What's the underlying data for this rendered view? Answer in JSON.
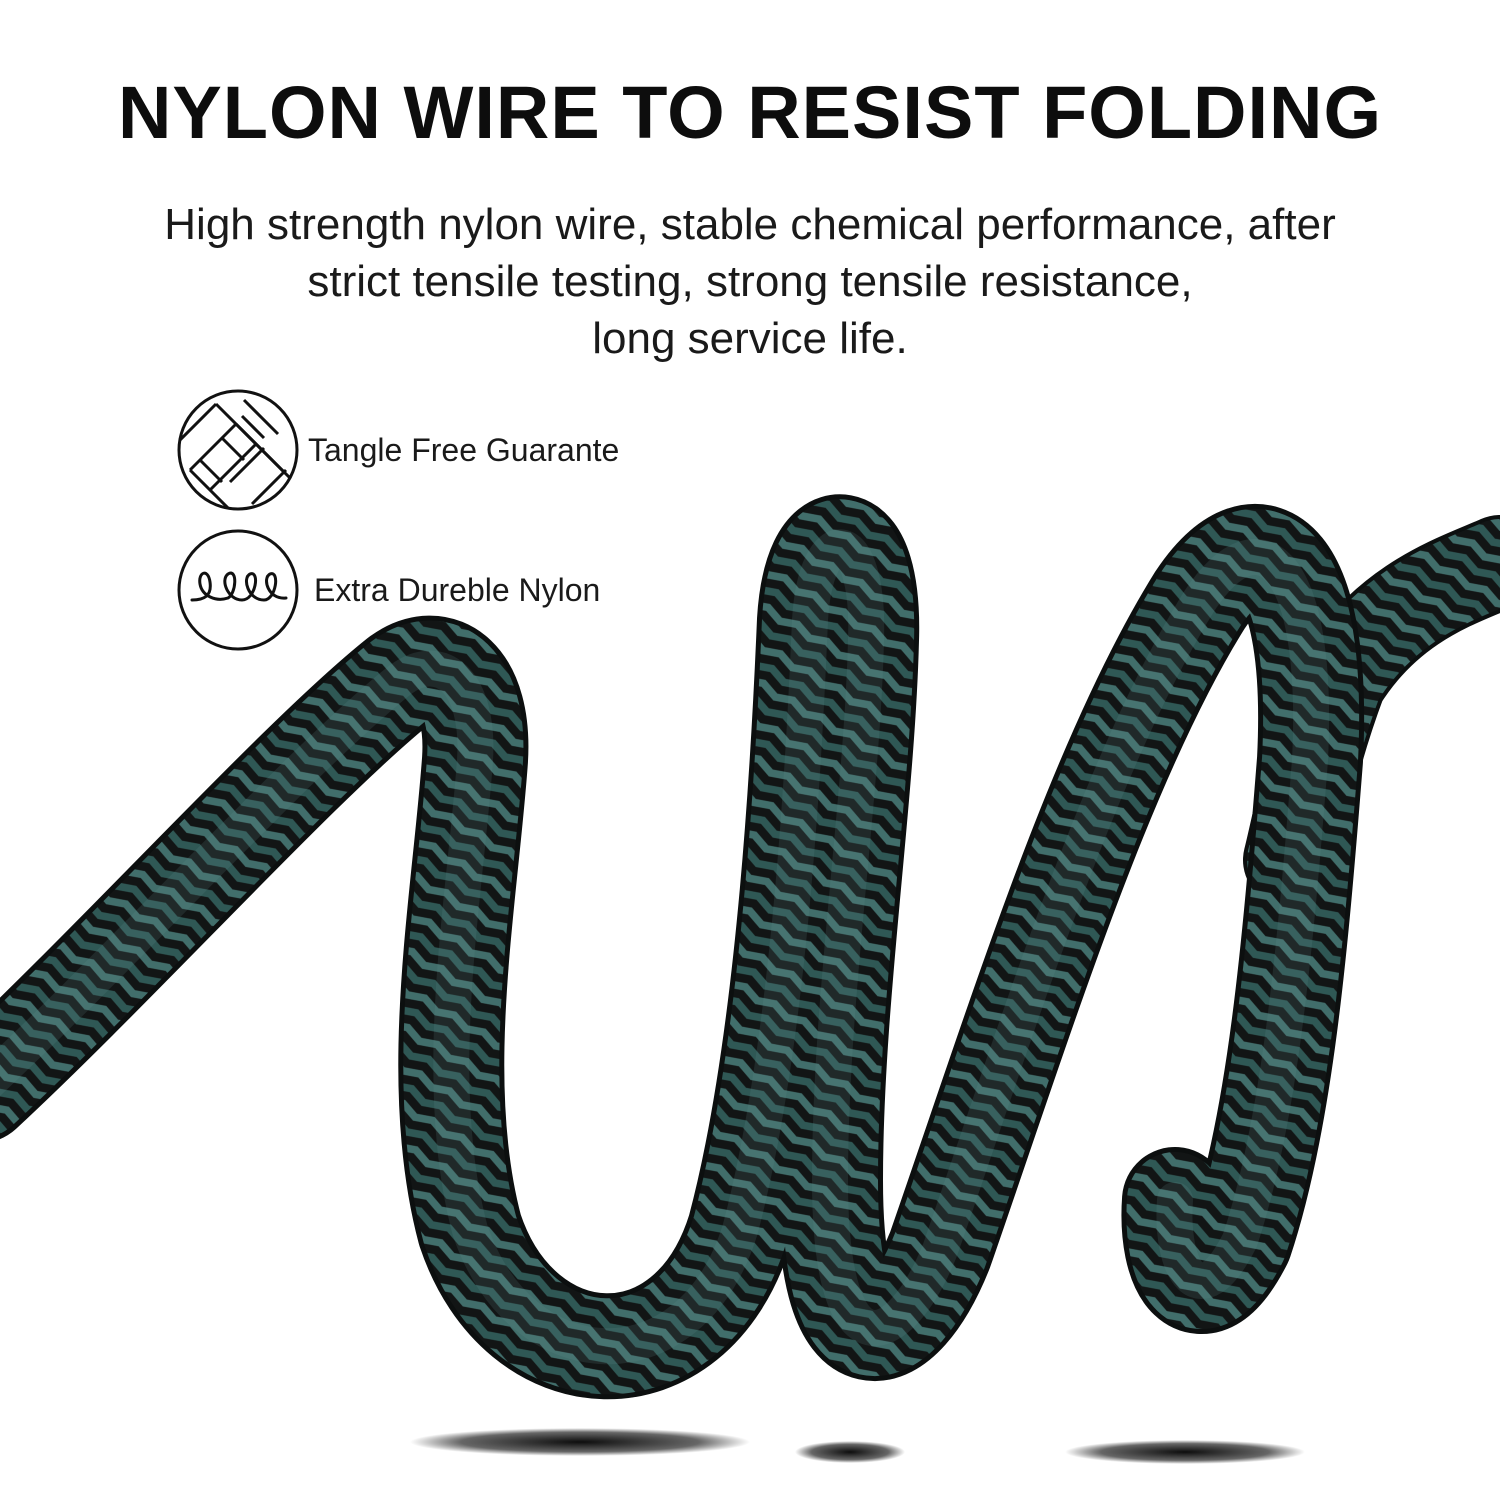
{
  "headline": "NYLON WIRE TO RESIST FOLDING",
  "description": {
    "lines": [
      "High strength nylon wire, stable chemical performance, after",
      "strict tensile testing, strong tensile resistance,",
      "long service life."
    ]
  },
  "features": [
    {
      "label": "Tangle Free Guarante",
      "icon": "woven-braid-icon"
    },
    {
      "label": "Extra Dureble Nylon",
      "icon": "coil-spring-icon"
    }
  ],
  "colors": {
    "cable_green": "#3f6b68",
    "cable_black": "#121515",
    "text": "#0d0d0d"
  }
}
